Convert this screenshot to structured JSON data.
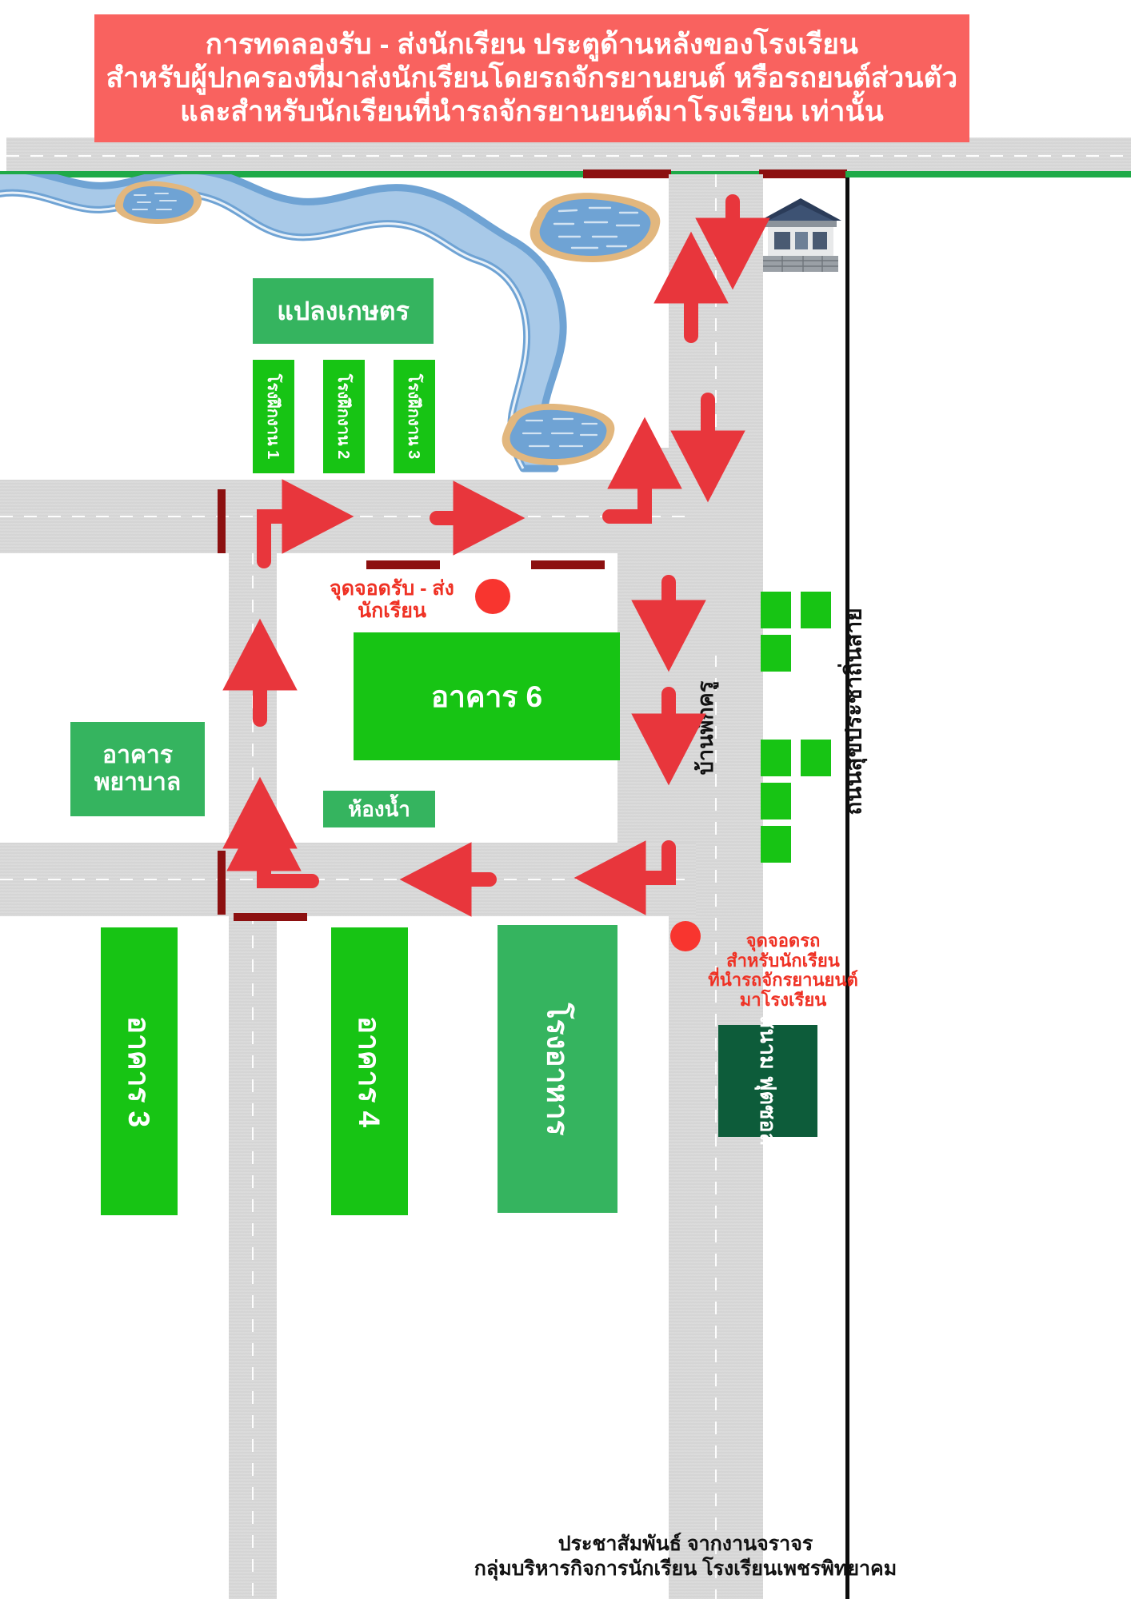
{
  "header": {
    "lines": [
      "การทดลองรับ - ส่งนักเรียน ประตูด้านหลังของโรงเรียน",
      "สำหรับผู้ปกครองที่มาส่งนักเรียนโดยรถจักรยานยนต์ หรือรถยนต์ส่วนตัว",
      "และสำหรับนักเรียนที่นำรถจักรยานยนต์มาโรงเรียน เท่านั้น"
    ],
    "bg_color": "#f9625f",
    "text_color": "#ffffff"
  },
  "map": {
    "colors": {
      "road": "#d9d9d9",
      "building_bright": "#17c414",
      "building_muted": "#35b45f",
      "building_deep": "#0d5c3a",
      "arrow_red": "#e8363c",
      "gate_dark_red": "#8c1010",
      "dot_red": "#f8352f",
      "water": "#a8c9e8",
      "water_edge": "#6fa3d4",
      "sand": "#e2b77e",
      "wall_green": "#1faa48",
      "wall_black": "#0d0d0d"
    },
    "areas": {
      "farm_plot": "แปลงเกษตร",
      "workshops": [
        "โรงฝึกงาน 1",
        "โรงฝึกงาน 2",
        "โรงฝึกงาน 3"
      ],
      "building_6": "อาคาร  6",
      "toilet": "ห้องน้ำ",
      "hospital_building": [
        "อาคาร",
        "พยาบาล"
      ],
      "building_3": "อาคาร 3",
      "building_4": "อาคาร 4",
      "canteen": "โรงอาหาร",
      "sports_field": [
        "สนาม",
        "ฟุตซอล"
      ],
      "staff_house": "บ้านพักครู",
      "main_road": "ถนนสุขประชาถิ่นสาย"
    },
    "markers": {
      "dropoff_label": [
        "จุดจอดรับ - ส่ง",
        "นักเรียน"
      ],
      "motorcycle_parking_label": [
        "จุดจอดรถ",
        "สำหรับนักเรียน",
        "ที่นำรถจักรยานยนต์",
        "มาโรงเรียน"
      ]
    },
    "icons": {
      "guard_house": "guard-house-icon",
      "river": "river-icon",
      "ponds": "pond-icon"
    }
  },
  "footer": {
    "lines": [
      "ประชาสัมพันธ์ จากงานจราจร",
      "กลุ่มบริหารกิจการนักเรียน โรงเรียนเพชรพิทยาคม"
    ]
  }
}
